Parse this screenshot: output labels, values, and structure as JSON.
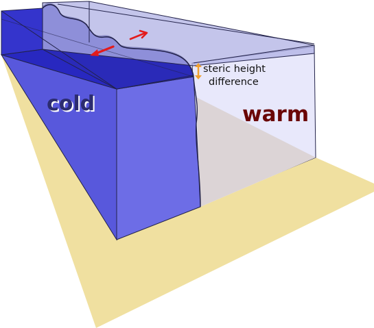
{
  "labels": {
    "cold": "cold",
    "warm": "warm",
    "steric_line1": "steric height",
    "steric_line2": "difference"
  },
  "colors": {
    "seafloor": "#f0e0a0",
    "cold_front": "#5858dc",
    "cold_side": "#6d6de6",
    "cold_top": "#2828c0",
    "cold_back_top": "#3434cc",
    "warm_face": "#e8e8fb",
    "warm_floor": "#dcd4d6",
    "surface_lid": "#b0b2e4",
    "outline": "#22224a",
    "arrow": "#e31b1b",
    "steric_arrow": "#f0a030",
    "cold_text": "#2c2c70",
    "warm_text": "#6a0606"
  },
  "icons": {
    "flow_arrow_1": "arrow-right-icon",
    "flow_arrow_2": "arrow-left-icon",
    "steric_marker": "double-arrow-vertical-icon"
  }
}
